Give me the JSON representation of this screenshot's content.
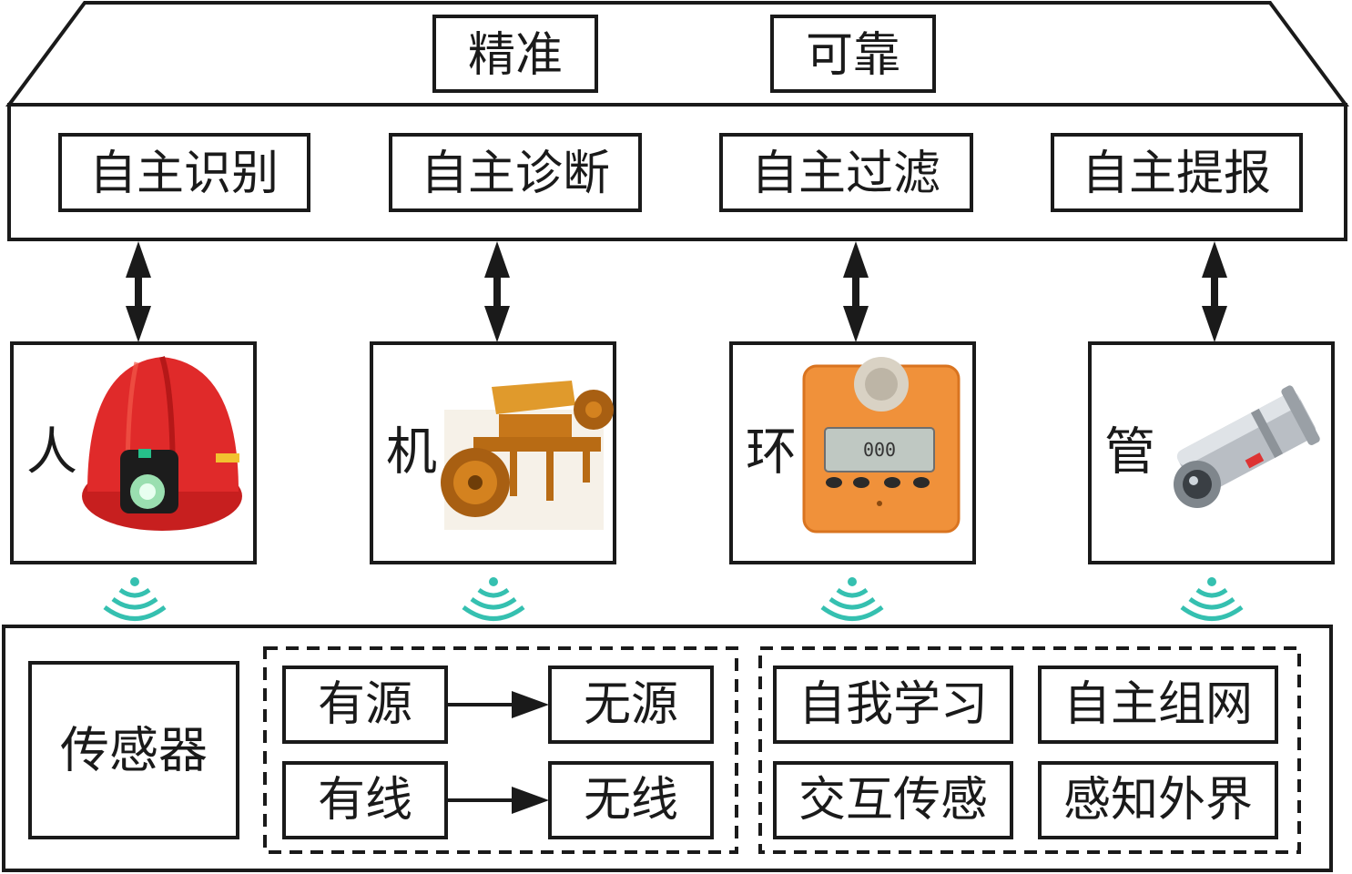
{
  "top": {
    "qualities": [
      "精准",
      "可靠"
    ],
    "functions": [
      "自主识别",
      "自主诊断",
      "自主过滤",
      "自主提报"
    ]
  },
  "objects": [
    {
      "label": "人",
      "icon": "safety-helmet-icon"
    },
    {
      "label": "机",
      "icon": "mining-machine-icon"
    },
    {
      "label": "环",
      "icon": "gas-detector-icon"
    },
    {
      "label": "管",
      "icon": "surveillance-camera-icon"
    }
  ],
  "bottom": {
    "sensor_label": "传感器",
    "transitions": [
      {
        "from": "有源",
        "to": "无源"
      },
      {
        "from": "有线",
        "to": "无线"
      }
    ],
    "capabilities": [
      "自我学习",
      "自主组网",
      "交互传感",
      "感知外界"
    ]
  },
  "colors": {
    "stroke": "#1a1a1a",
    "wireless": "#35c0b0",
    "helmet": "#e02a2a",
    "machine": "#d4821f",
    "detector": "#f0913a",
    "camera": "#b9bec4"
  }
}
